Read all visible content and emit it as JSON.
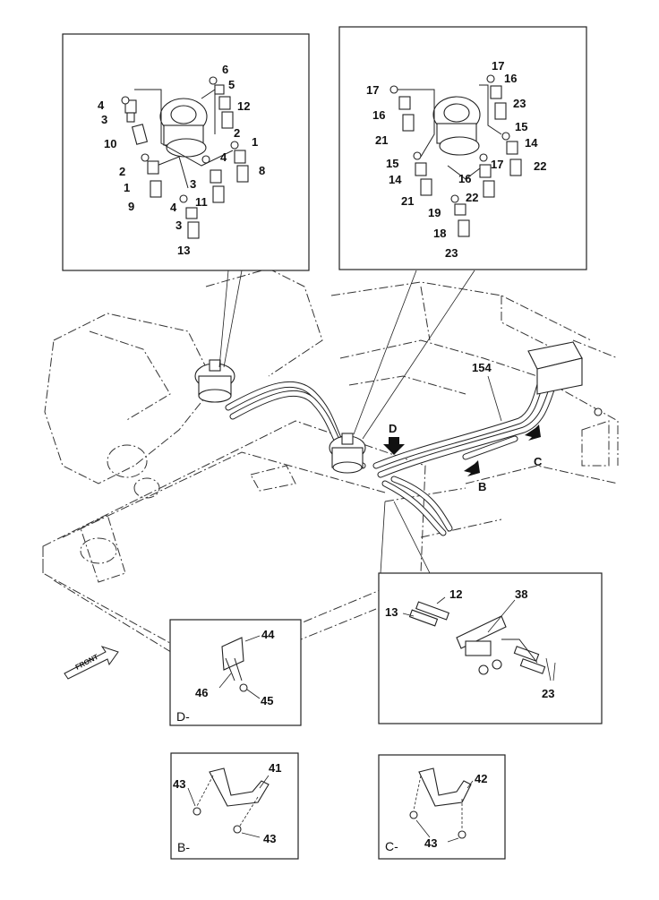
{
  "figure": {
    "views": {
      "d": "D-",
      "b": "B-",
      "c": "C-"
    },
    "arrows": {
      "d": "D",
      "b": "B",
      "c": "C"
    },
    "front_label": "FRONT",
    "callouts": {
      "p1": "1",
      "p2": "2",
      "p3": "3",
      "p4": "4",
      "p5": "5",
      "p6": "6",
      "p8": "8",
      "p9": "9",
      "p10": "10",
      "p11": "11",
      "p12": "12",
      "p13": "13",
      "p14": "14",
      "p15": "15",
      "p16": "16",
      "p17": "17",
      "p18": "18",
      "p19": "19",
      "p21": "21",
      "p22": "22",
      "p23": "23",
      "p38": "38",
      "p41": "41",
      "p42": "42",
      "p43": "43",
      "p44": "44",
      "p45": "45",
      "p46": "46",
      "p154": "154"
    }
  }
}
